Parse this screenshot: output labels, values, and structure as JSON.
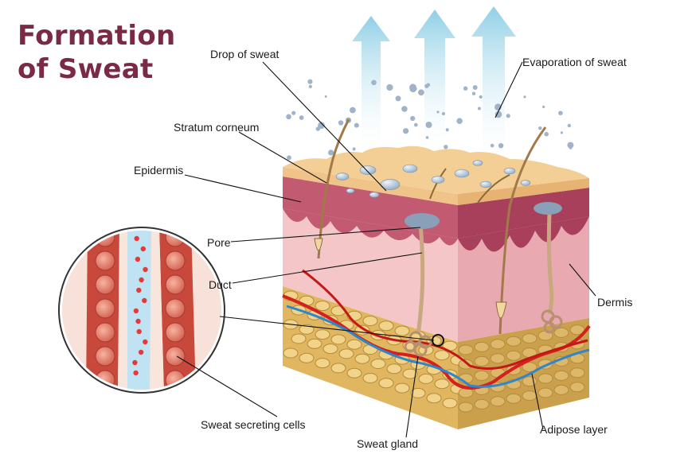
{
  "title": {
    "line1": "Formation",
    "line2": "of Sweat"
  },
  "labels": {
    "drop_of_sweat": "Drop of sweat",
    "evaporation": "Evaporation of sweat",
    "stratum_corneum": "Stratum corneum",
    "epidermis": "Epidermis",
    "pore": "Pore",
    "duct": "Duct",
    "dermis": "Dermis",
    "sweat_secreting_cells": "Sweat secreting cells",
    "sweat_gland": "Sweat gland",
    "adipose_layer": "Adipose layer"
  },
  "colors": {
    "title": "#7a2a45",
    "stratum_top": "#f2c88a",
    "epidermis": "#b8506a",
    "dermis": "#f2c0c4",
    "adipose": "#e2bd63",
    "arrow": "#a9dcee",
    "sweat_drop": "#9ab0c4",
    "artery": "#d42020",
    "vein": "#2f86c8"
  }
}
